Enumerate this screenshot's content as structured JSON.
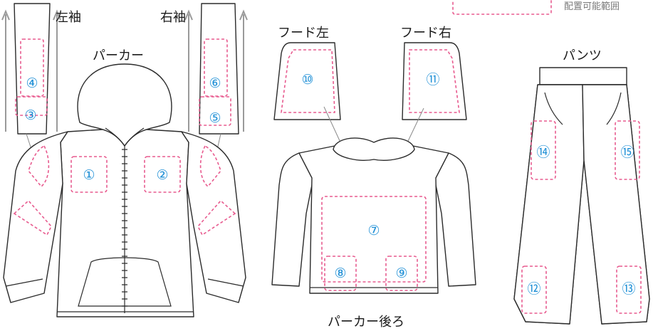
{
  "labels": {
    "left_sleeve": "左袖",
    "right_sleeve": "右袖",
    "parka": "パーカー",
    "hood_left": "フード左",
    "hood_right": "フード右",
    "pants": "パンツ",
    "parka_back": "パーカー後ろ"
  },
  "legend": {
    "text": "配置可能範囲"
  },
  "zones": [
    {
      "id": "z1",
      "number": "①"
    },
    {
      "id": "z2",
      "number": "②"
    },
    {
      "id": "z3",
      "number": "③"
    },
    {
      "id": "z4",
      "number": "④"
    },
    {
      "id": "z5",
      "number": "⑤"
    },
    {
      "id": "z6",
      "number": "⑥"
    },
    {
      "id": "z7",
      "number": "⑦"
    },
    {
      "id": "z8",
      "number": "⑧"
    },
    {
      "id": "z9",
      "number": "⑨"
    },
    {
      "id": "z10",
      "number": "⑩"
    },
    {
      "id": "z11",
      "number": "⑪"
    },
    {
      "id": "z12",
      "number": "⑫"
    },
    {
      "id": "z13",
      "number": "⑬"
    },
    {
      "id": "z14",
      "number": "⑭"
    },
    {
      "id": "z15",
      "number": "⑮"
    }
  ],
  "colors": {
    "zone_outline": "#e85b8f",
    "zone_number": "#1e8fd6",
    "garment_outline": "#2b2b2b"
  }
}
